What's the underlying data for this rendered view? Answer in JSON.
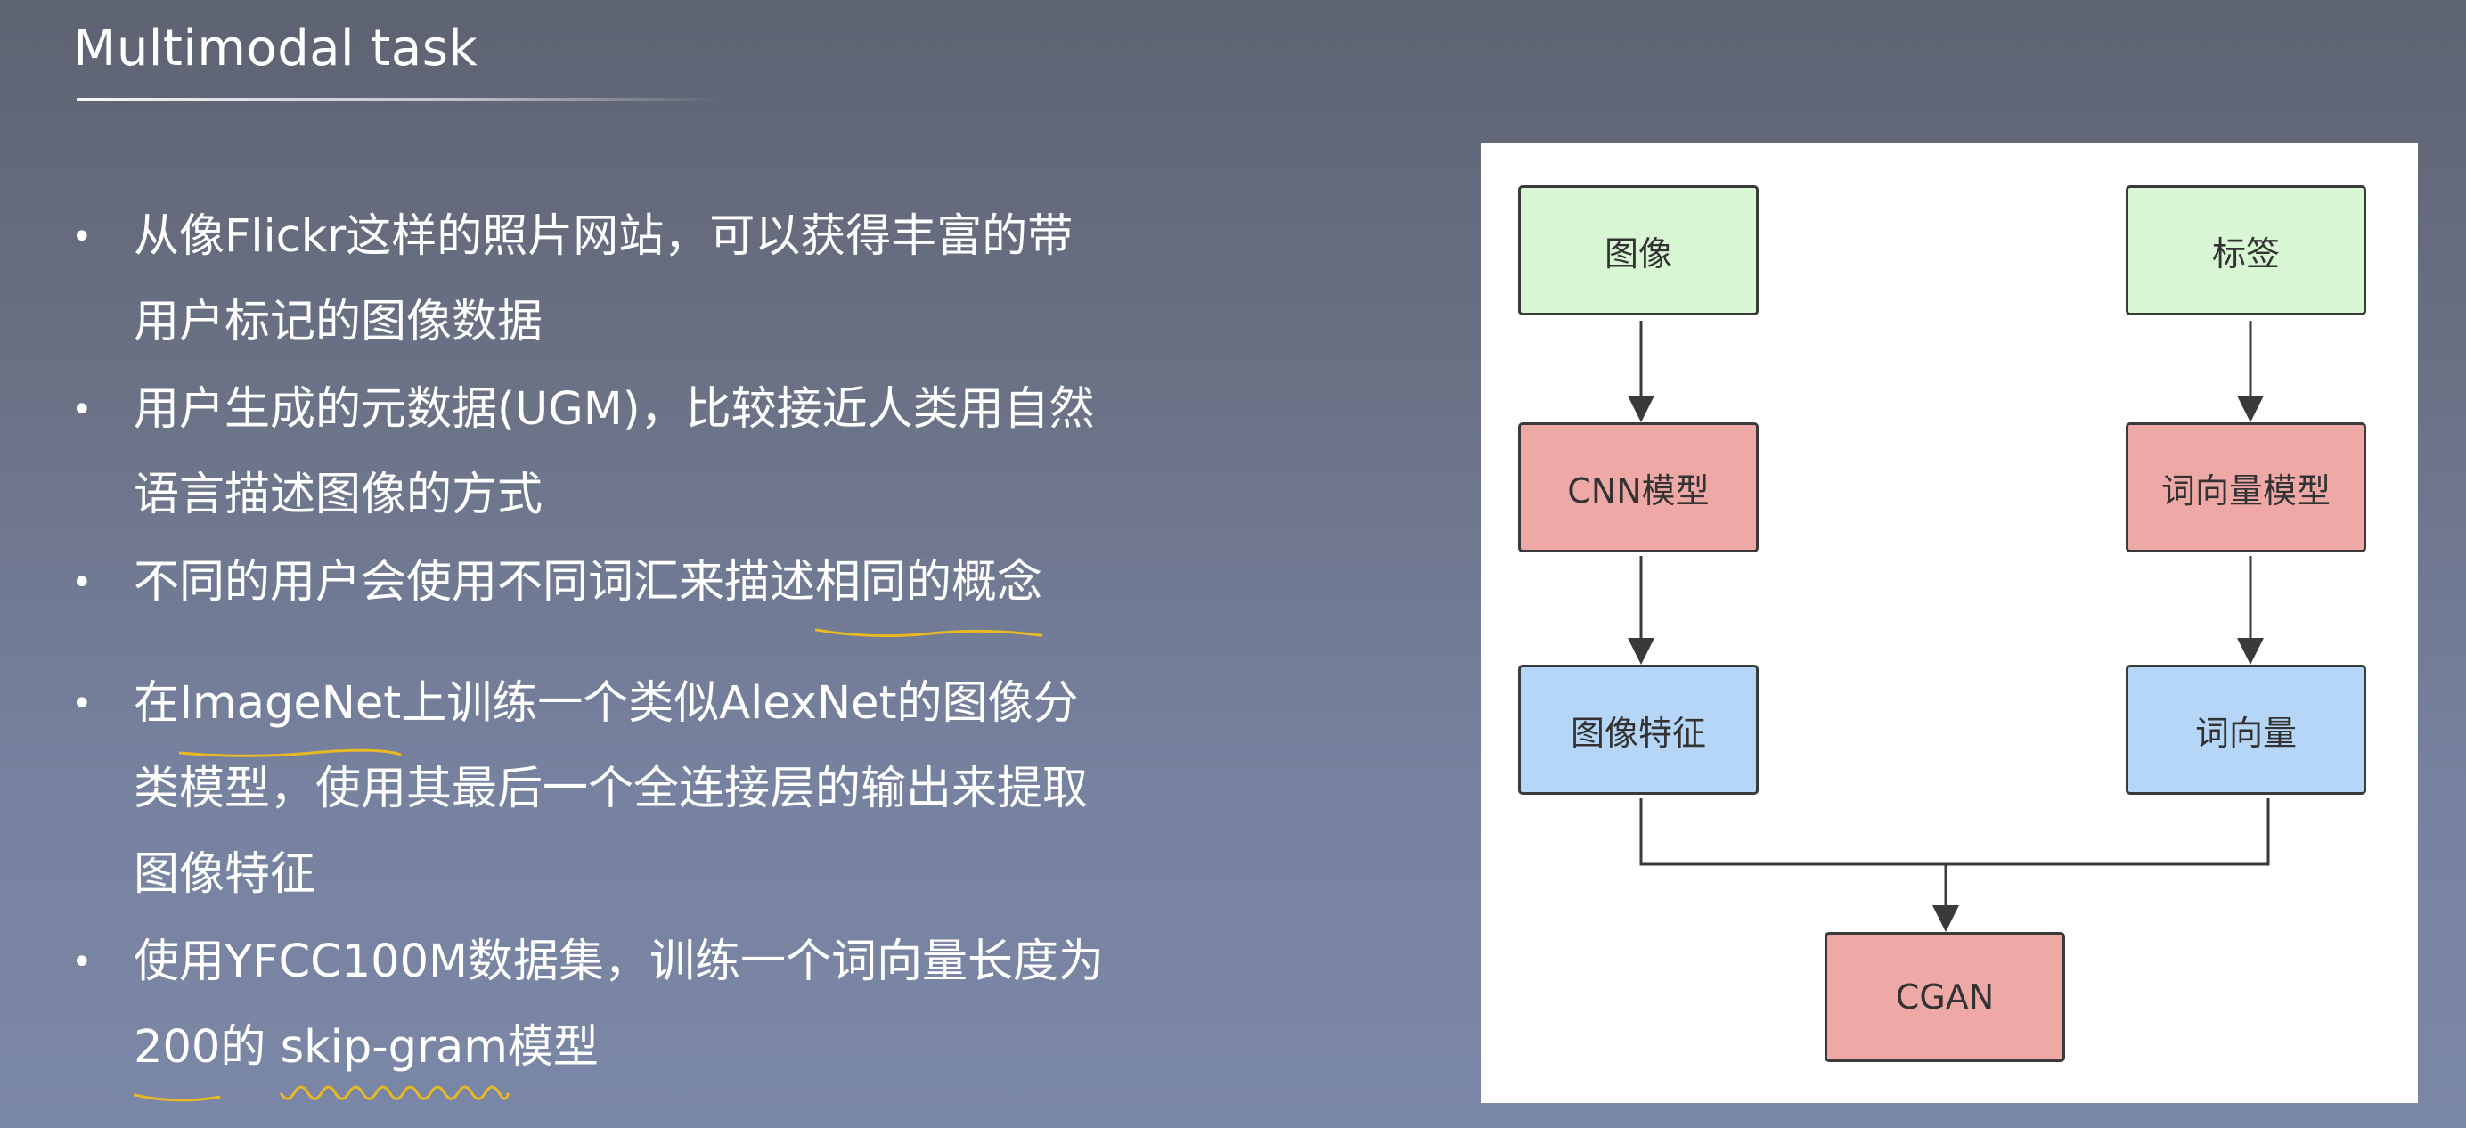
{
  "slide": {
    "title": "Multimodal task"
  },
  "bullets": {
    "b1": {
      "line1": "从像Flickr这样的照片网站，可以获得丰富的带",
      "line2": "用户标记的图像数据"
    },
    "b2": {
      "line1": "用户生成的元数据(UGM)，比较接近人类用自然",
      "line2": "语言描述图像的方式"
    },
    "b3": {
      "pre": "不同的用户会使用不同词汇来描述",
      "underlined": "相同的概念"
    },
    "b4": {
      "pre": "在",
      "underlined": "ImageNet",
      "post": "上训练一个类似AlexNet的图像分",
      "line2": "类模型，使用其最后一个全连接层的输出来提取",
      "line3": "图像特征"
    },
    "b5": {
      "line1": "使用YFCC100M数据集，训练一个词向量长度为",
      "ul1": "200",
      "mid": "的 ",
      "ul2": "skip-gram",
      "post": "模型"
    }
  },
  "diagram": {
    "image": "图像",
    "label": "标签",
    "cnn": "CNN模型",
    "word_model": "词向量模型",
    "image_feature": "图像特征",
    "word_vector": "词向量",
    "cgan": "CGAN"
  },
  "colors": {
    "green_node": "#d8f5d4",
    "red_node": "#eea9a7",
    "blue_node": "#b6d6f8",
    "underline": "#e8b923"
  }
}
